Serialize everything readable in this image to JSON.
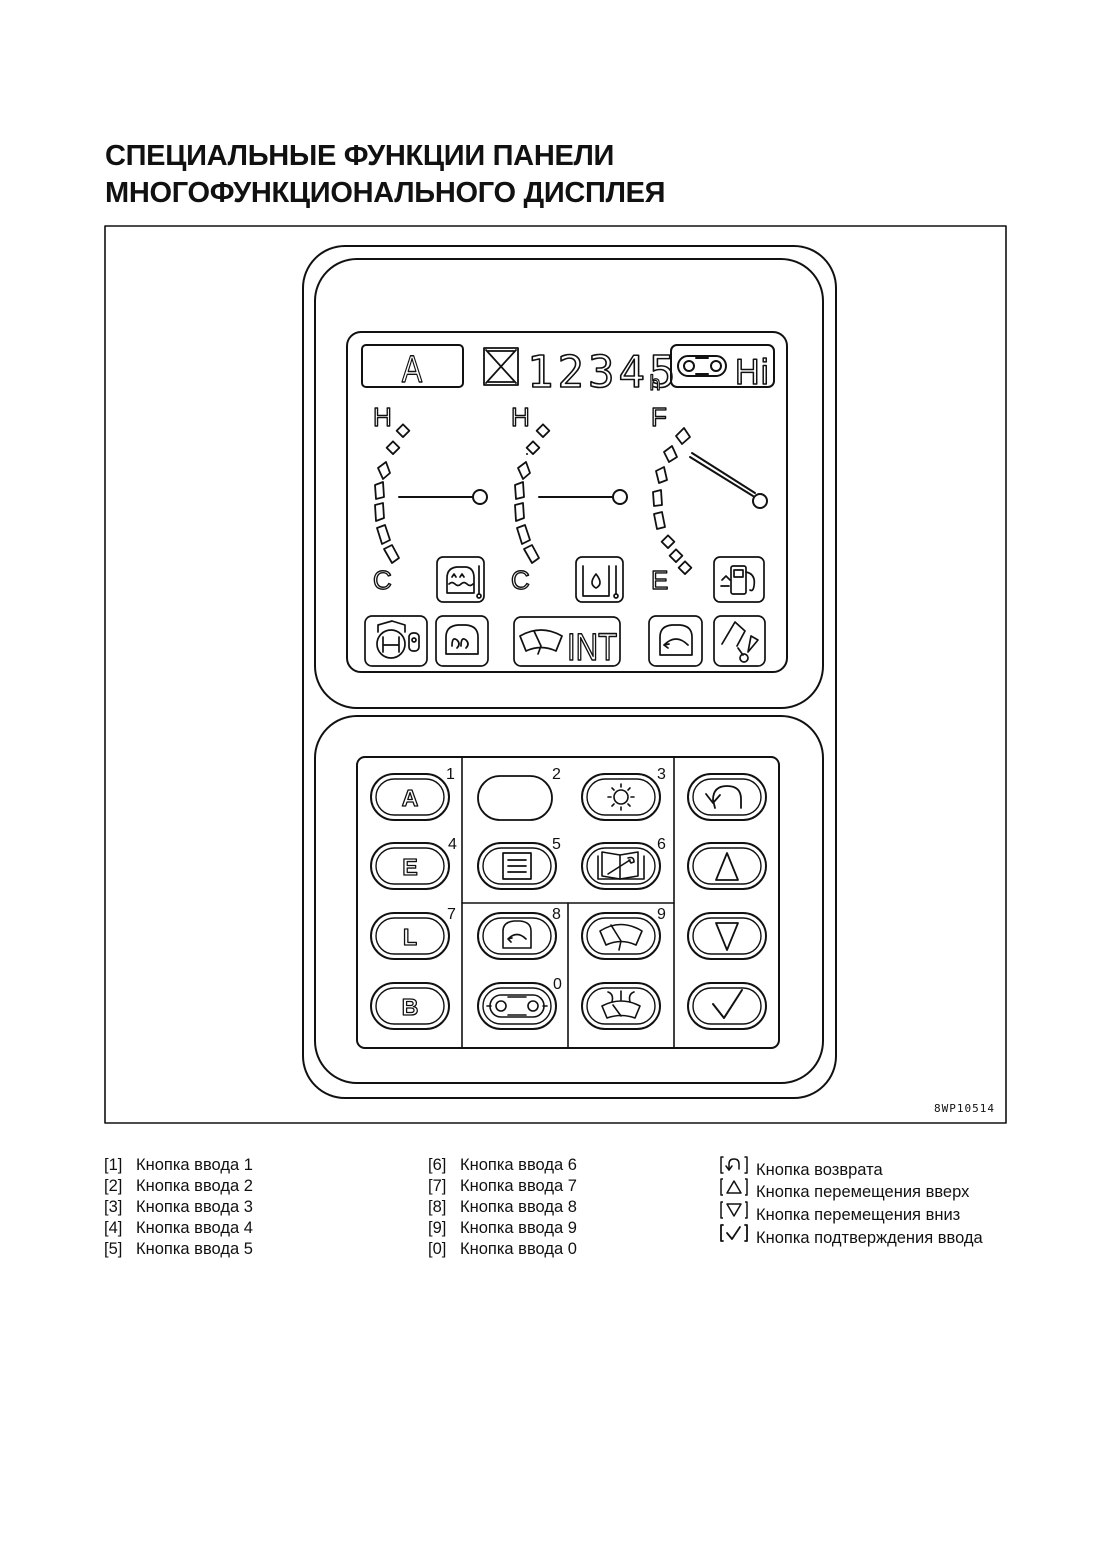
{
  "title": {
    "line1": "СПЕЦИАЛЬНЫЕ ФУНКЦИИ ПАНЕЛИ",
    "line2": "МНОГОФУНКЦИОНАЛЬНОГО ДИСПЛЕЯ"
  },
  "figure_code": "8WP10514",
  "display": {
    "mode_indicator": "A",
    "hour_meter_value": "12345",
    "hour_meter_unit": "h",
    "travel_speed": "Hi",
    "wiper_mode": "INT",
    "coolant_gauge": {
      "top_label": "H",
      "bottom_label": "C",
      "icon": "coolant-temperature-icon"
    },
    "hydraulic_oil_gauge": {
      "top_label": "H",
      "bottom_label": "C",
      "icon": "hydraulic-oil-temperature-icon"
    },
    "fuel_gauge": {
      "top_label": "F",
      "bottom_label": "E",
      "icon": "fuel-pump-icon"
    },
    "bottom_icons": [
      "engine-lock-icon",
      "preheat-icon",
      "wiper-int-icon",
      "swing-lock-icon",
      "power-max-icon"
    ]
  },
  "keypad": {
    "buttons": [
      {
        "number": "1",
        "label": "A"
      },
      {
        "number": "2",
        "label": ""
      },
      {
        "number": "3",
        "icon": "brightness-icon"
      },
      {
        "number": "4",
        "label": "E"
      },
      {
        "number": "5",
        "icon": "menu-icon"
      },
      {
        "number": "6",
        "icon": "maintenance-icon"
      },
      {
        "number": "7",
        "label": "L"
      },
      {
        "number": "8",
        "icon": "swing-lock-icon"
      },
      {
        "number": "9",
        "icon": "wiper-icon"
      },
      {
        "number": "0",
        "icon": "travel-speed-icon"
      },
      {
        "label": "B"
      },
      {
        "icon": "washer-icon"
      }
    ],
    "nav_buttons": [
      "return-icon",
      "up-arrow-icon",
      "down-arrow-icon",
      "check-icon"
    ]
  },
  "legend": {
    "col1": [
      {
        "code": "[1]",
        "text": "Кнопка ввода 1"
      },
      {
        "code": "[2]",
        "text": "Кнопка ввода 2"
      },
      {
        "code": "[3]",
        "text": "Кнопка ввода 3"
      },
      {
        "code": "[4]",
        "text": "Кнопка ввода 4"
      },
      {
        "code": "[5]",
        "text": "Кнопка ввода 5"
      }
    ],
    "col2": [
      {
        "code": "[6]",
        "text": "Кнопка ввода 6"
      },
      {
        "code": "[7]",
        "text": "Кнопка ввода 7"
      },
      {
        "code": "[8]",
        "text": "Кнопка ввода 8"
      },
      {
        "code": "[9]",
        "text": "Кнопка ввода 9"
      },
      {
        "code": "[0]",
        "text": "Кнопка ввода 0"
      }
    ],
    "col3": [
      {
        "icon": "return-icon",
        "text": "Кнопка возврата"
      },
      {
        "icon": "up-arrow-icon",
        "text": "Кнопка перемещения вверх"
      },
      {
        "icon": "down-arrow-icon",
        "text": "Кнопка перемещения вниз"
      },
      {
        "icon": "check-icon",
        "text": "Кнопка подтверждения ввода"
      }
    ]
  }
}
